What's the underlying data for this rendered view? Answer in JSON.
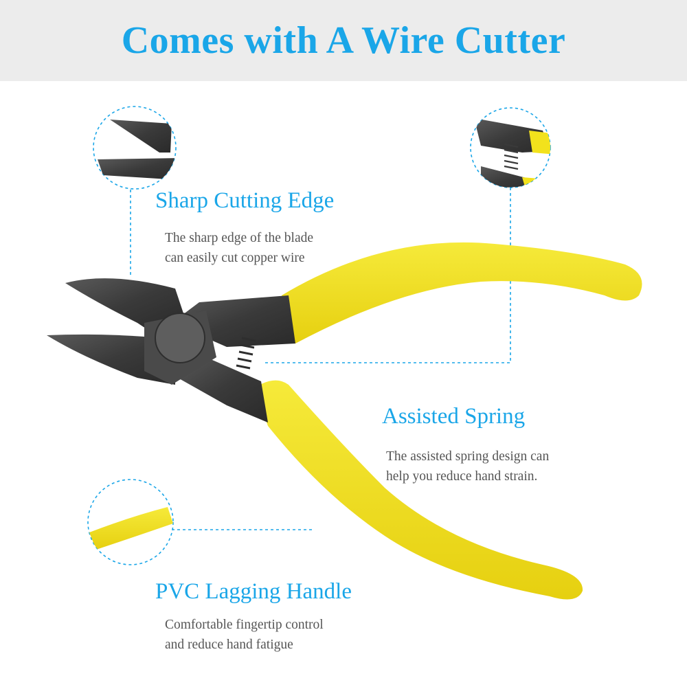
{
  "header": {
    "title": "Comes with A Wire Cutter"
  },
  "features": [
    {
      "title": "Sharp Cutting Edge",
      "lines": [
        "The sharp edge of the blade",
        "can easily cut copper wire"
      ]
    },
    {
      "title": "Assisted Spring",
      "lines": [
        "The assisted spring design can",
        "help you reduce hand strain."
      ]
    },
    {
      "title": "PVC Lagging Handle",
      "lines": [
        "Comfortable fingertip control",
        "and reduce hand fatigue"
      ]
    }
  ],
  "colors": {
    "accent": "#1aa6e8",
    "header_bg": "#ececec",
    "handle": "#f2e21c",
    "metal": "#3d3d3d",
    "text": "#555555"
  },
  "icons": [
    "cutting-edge-detail-icon",
    "spring-detail-icon",
    "handle-detail-icon",
    "wire-cutter-pliers-icon"
  ]
}
